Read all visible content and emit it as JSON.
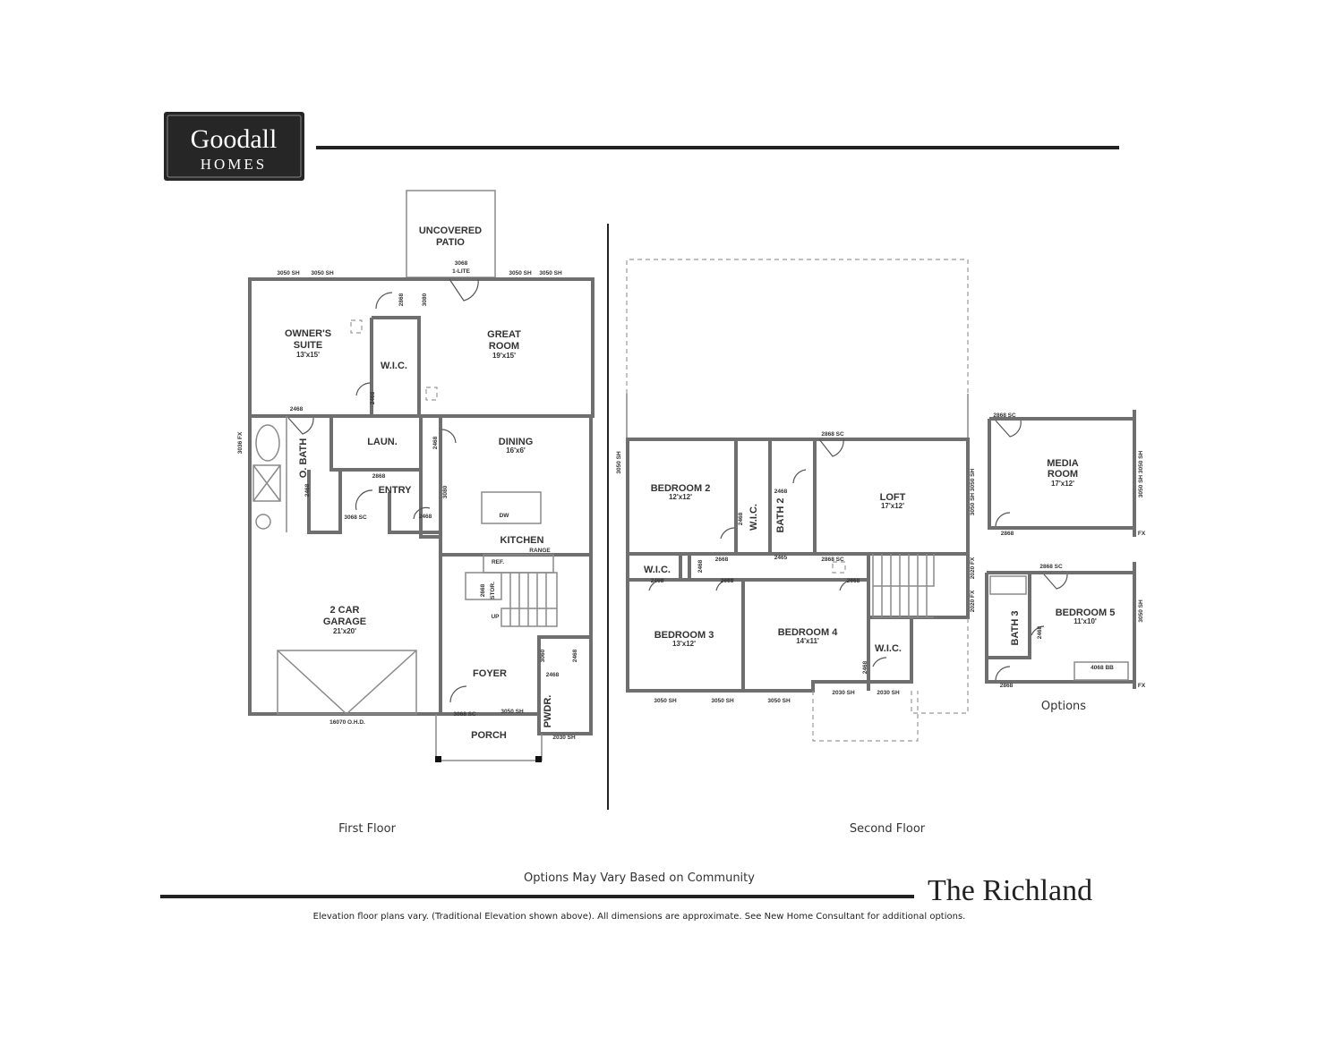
{
  "logo": {
    "line1": "Goodall",
    "line2": "HOMES"
  },
  "first_floor": {
    "caption": "First Floor",
    "rooms": {
      "patio": [
        "UNCOVERED",
        "PATIO"
      ],
      "owners_suite": [
        "OWNER'S",
        "SUITE",
        "13'x15'"
      ],
      "wic": "W.I.C.",
      "great_room": [
        "GREAT",
        "ROOM",
        "19'x15'"
      ],
      "o_bath": "O. BATH",
      "laundry": "LAUN.",
      "dining": [
        "DINING",
        "16'x6'"
      ],
      "entry": "ENTRY",
      "kitchen": "KITCHEN",
      "garage": [
        "2 CAR",
        "GARAGE",
        "21'x20'"
      ],
      "foyer": "FOYER",
      "porch": "PORCH",
      "powder": "PWDR.",
      "storage": "STOR.",
      "up": "UP",
      "ref": "REF.",
      "range": "RANGE",
      "dw": "DW"
    },
    "dims": {
      "patio_door": [
        "3068",
        "1-LITE"
      ],
      "win_tl1": "3050 SH",
      "win_tl2": "3050 SH",
      "win_tr1": "3050 SH",
      "win_tr2": "3050 SH",
      "door_wic": "2868",
      "door_gr": "3080",
      "door_wic2": "2468",
      "door_obath": "2468",
      "win_left": "3036 FX",
      "door_laun": "2868",
      "door_entry": "3068 SC",
      "door_closet": "2468",
      "door_obath2": "2468",
      "door_dining": "2468",
      "door_entry2": "3080",
      "garage_door": "16070 O.H.D.",
      "door_front": "3068 SC",
      "win_front": "3050 SH",
      "win_pwdr": "2030 SH",
      "door_stor": "2668",
      "door_foyer": "3060",
      "door_pwdr": "2468",
      "door_pwdr2": "2468"
    }
  },
  "second_floor": {
    "caption": "Second Floor",
    "rooms": {
      "bedroom2": [
        "BEDROOM 2",
        "12'x12'"
      ],
      "wic2": "W.I.C.",
      "bath2": "BATH 2",
      "loft": [
        "LOFT",
        "17'x12'"
      ],
      "wic3": "W.I.C.",
      "bedroom3": [
        "BEDROOM 3",
        "13'x12'"
      ],
      "bedroom4": [
        "BEDROOM 4",
        "14'x11'"
      ],
      "wic4": "W.I.C."
    },
    "dims": {
      "loft_door": "2868 SC",
      "bath_door": "2468",
      "bath_door2": "2465",
      "wic_door": "2468",
      "hall_sc": "2868 SC",
      "door_a": "2668",
      "door_b": "2668",
      "door_c": "2668",
      "door_d": "2468",
      "door_e": "2468",
      "win_left": "3050 SH",
      "win_right": "3050 SH 3050 SH",
      "fx1": "2020 FX",
      "fx2": "2020 FX",
      "win_b1": "3050 SH",
      "win_b2": "3050 SH",
      "win_b3": "3050 SH",
      "win_b4": "2030 SH",
      "win_b5": "2030 SH",
      "wic4_door": "2468"
    }
  },
  "options": {
    "caption": "Options",
    "media_room": [
      "MEDIA",
      "ROOM",
      "17'x12'"
    ],
    "bedroom5": [
      "BEDROOM 5",
      "11'x10'"
    ],
    "bath3": "BATH 3",
    "dims": {
      "media_sc": "2868 SC",
      "media_door": "2868",
      "media_win": "3050 SH 3050 SH",
      "fx": "FX",
      "fx2": "FX",
      "bed5_sc": "2868 SC",
      "bath3_door": "2468",
      "closet": "4068 BB",
      "bed5_door": "2868",
      "bed5_win": "3050 SH"
    }
  },
  "footer": {
    "options_note": "Options May Vary Based on Community",
    "plan_name": "The Richland",
    "disclaimer": "Elevation floor plans vary. (Traditional Elevation shown above). All dimensions are approximate. See New Home Consultant for additional options."
  }
}
